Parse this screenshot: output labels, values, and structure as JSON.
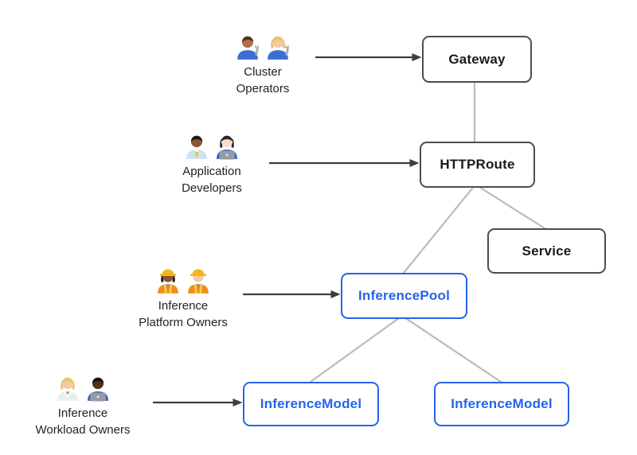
{
  "diagram": {
    "personas": [
      {
        "name": "cluster-operators",
        "line1": "Cluster",
        "line2": "Operators",
        "icons": [
          {
            "name": "man-mechanic",
            "emoji": "👨🏽‍🔧"
          },
          {
            "name": "woman-mechanic",
            "emoji": "👩🏼‍🔧"
          }
        ],
        "points_to": "Gateway"
      },
      {
        "name": "application-developers",
        "line1": "Application",
        "line2": "Developers",
        "icons": [
          {
            "name": "man-office-worker",
            "emoji": "👨🏾‍💼"
          },
          {
            "name": "woman-technologist",
            "emoji": "👩🏻‍💻"
          }
        ],
        "points_to": "HTTPRoute"
      },
      {
        "name": "inference-platform-owners",
        "line1": "Inference",
        "line2": "Platform Owners",
        "icons": [
          {
            "name": "woman-construction-worker",
            "emoji": "👷🏾‍♀️"
          },
          {
            "name": "man-construction-worker",
            "emoji": "👷🏻"
          }
        ],
        "points_to": "InferencePool"
      },
      {
        "name": "inference-workload-owners",
        "line1": "Inference",
        "line2": "Workload Owners",
        "icons": [
          {
            "name": "woman-scientist",
            "emoji": "👩🏼‍🔬"
          },
          {
            "name": "man-technologist",
            "emoji": "👨🏿‍💻"
          }
        ],
        "points_to": "InferenceModel"
      }
    ],
    "resources": {
      "gateway": {
        "label": "Gateway",
        "kind": "core"
      },
      "httproute": {
        "label": "HTTPRoute",
        "kind": "core"
      },
      "service": {
        "label": "Service",
        "kind": "core"
      },
      "inference_pool": {
        "label": "InferencePool",
        "kind": "extension"
      },
      "inference_model_left": {
        "label": "InferenceModel",
        "kind": "extension"
      },
      "inference_model_right": {
        "label": "InferenceModel",
        "kind": "extension"
      }
    },
    "edges": [
      {
        "from": "Gateway",
        "to": "HTTPRoute"
      },
      {
        "from": "HTTPRoute",
        "to": "Service"
      },
      {
        "from": "HTTPRoute",
        "to": "InferencePool"
      },
      {
        "from": "InferencePool",
        "to": "InferenceModel",
        "side": "left"
      },
      {
        "from": "InferencePool",
        "to": "InferenceModel",
        "side": "right"
      }
    ],
    "colors": {
      "core_box_border": "#4d4d4d",
      "core_box_text": "#1a1a1a",
      "extension_box_border": "#2563eb",
      "extension_box_text": "#2563eb",
      "connector_line": "#bbbbbb",
      "arrow": "#3d3d3d",
      "background": "#ffffff"
    }
  }
}
